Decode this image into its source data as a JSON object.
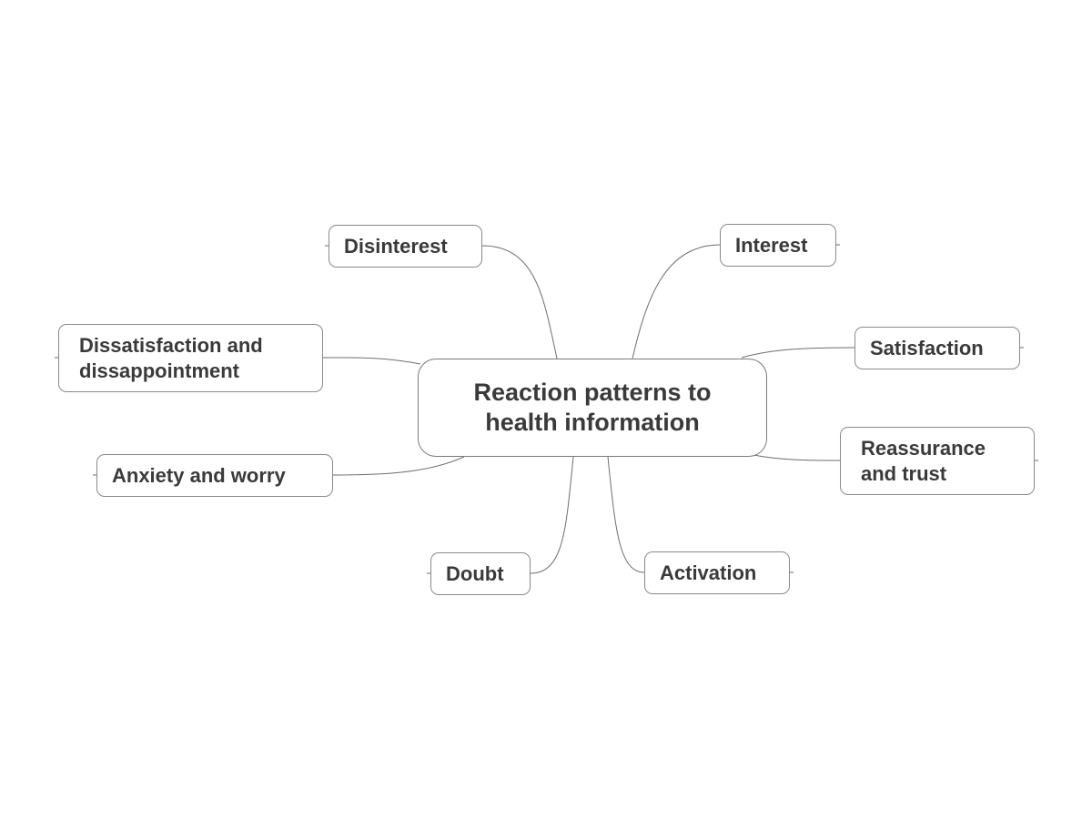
{
  "mindmap": {
    "central": {
      "label": "Reaction patterns to health information"
    },
    "branches": [
      {
        "id": "disinterest",
        "label": "Disinterest"
      },
      {
        "id": "interest",
        "label": "Interest"
      },
      {
        "id": "dissatisfaction",
        "label": "Dissatisfaction and dissappointment"
      },
      {
        "id": "satisfaction",
        "label": "Satisfaction"
      },
      {
        "id": "anxiety",
        "label": "Anxiety and worry"
      },
      {
        "id": "reassurance",
        "label": "Reassurance and trust"
      },
      {
        "id": "doubt",
        "label": "Doubt"
      },
      {
        "id": "activation",
        "label": "Activation"
      }
    ]
  },
  "colors": {
    "text": "#3a3a3a",
    "border": "#8a8a8a",
    "connector": "#6e6e6e",
    "background": "#ffffff"
  }
}
